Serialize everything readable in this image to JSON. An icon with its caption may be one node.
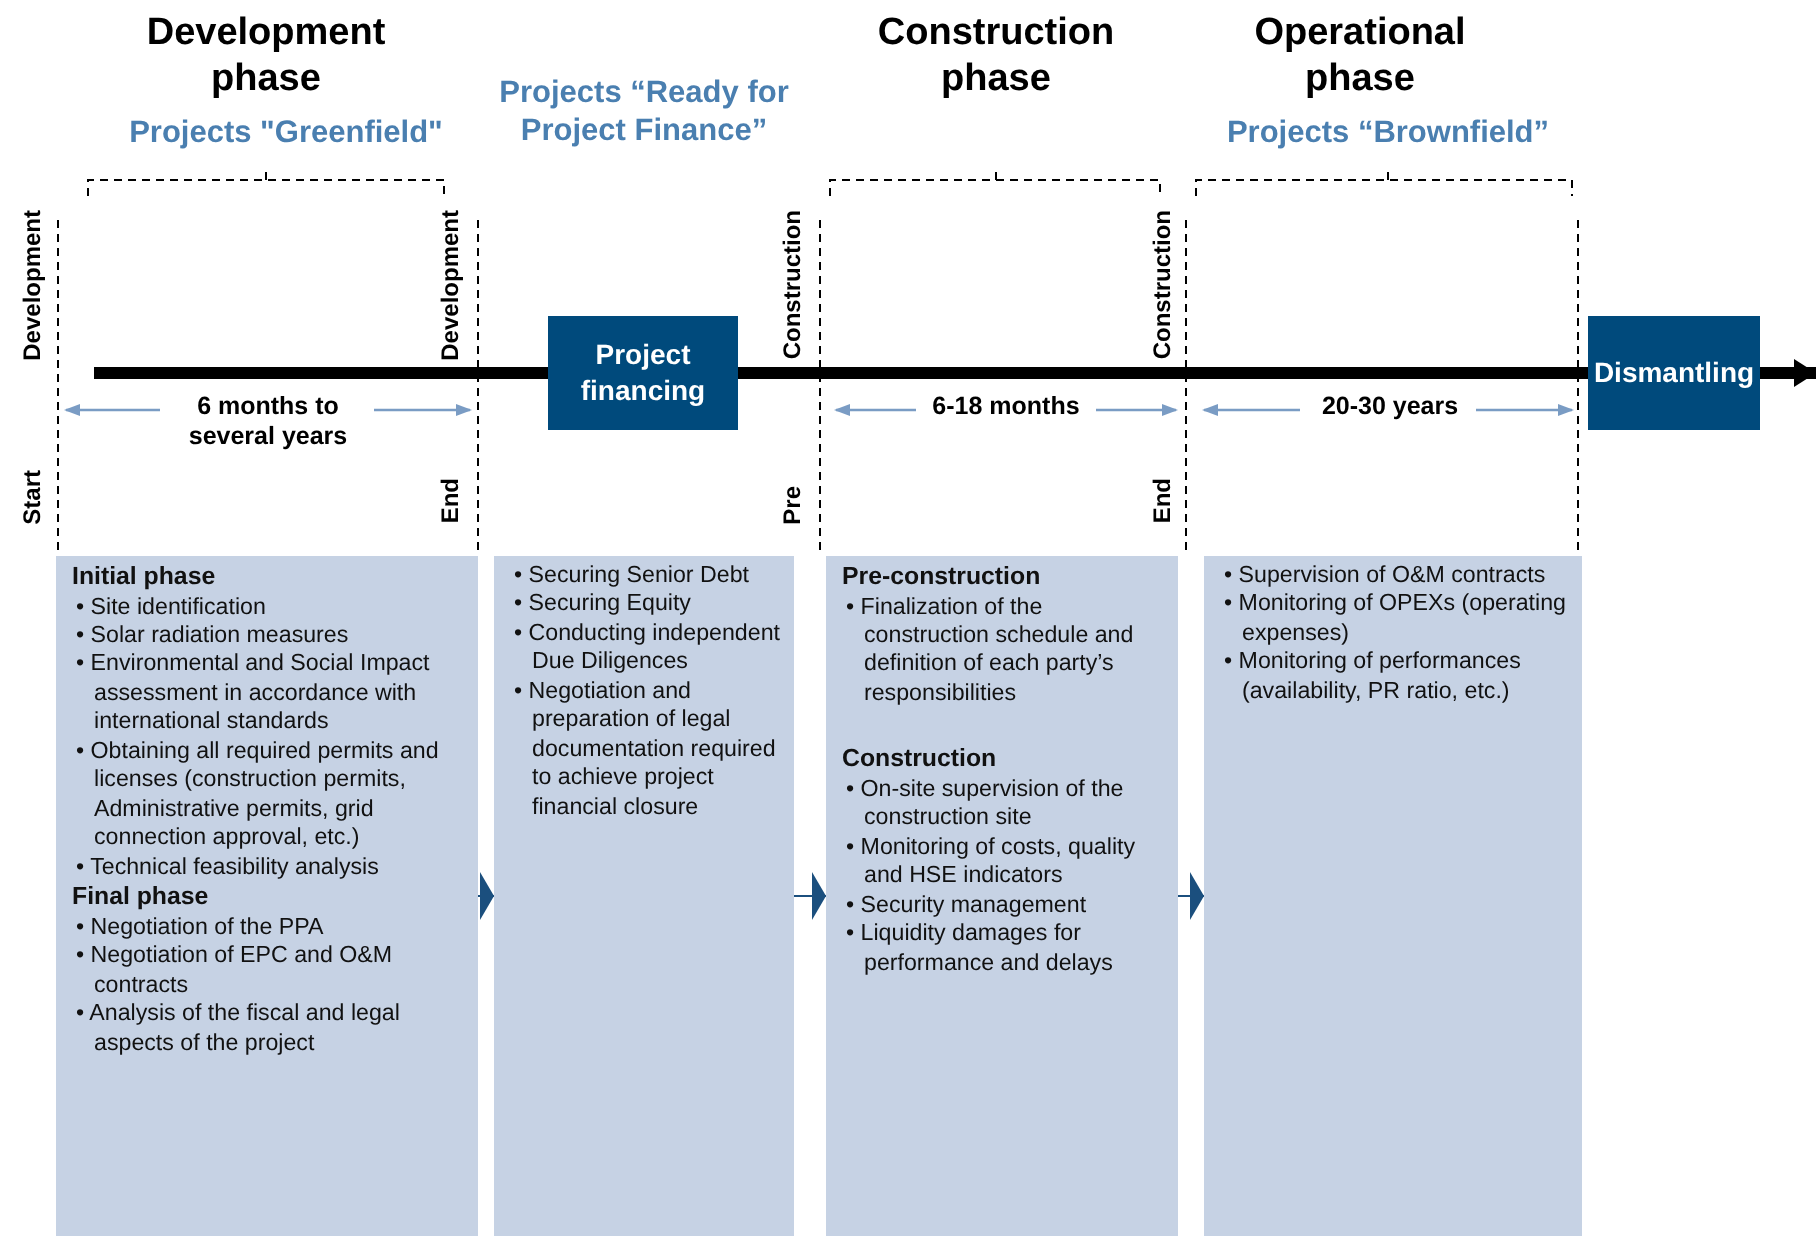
{
  "diagram": {
    "nodes": [
      {
        "text": [
          "Project financing"
        ]
      },
      {
        "text": [
          "Dismantling"
        ]
      },
      {
        "text": [
          "Initial phase",
          "• Site identification",
          "• Solar radiation measures",
          "• Environmental and Social Impact assessment in accordance with international standards",
          "• Obtaining all required permits and licenses (construction permits, Administrative permits, grid connection approval, etc.)",
          "• Technical feasibility analysis",
          "Final phase",
          "• Negotiation of the PPA",
          "• Negotiation of EPC and O&M contracts",
          "• Analysis of the fiscal and legal aspects of the project"
        ]
      },
      {
        "text": [
          "• Securing Senior Debt",
          "• Securing Equity",
          "• Conducting independent Due Diligences",
          "• Negotiation and preparation of legal documentation required to achieve project financial closure"
        ]
      },
      {
        "text": [
          "Pre-construction",
          "• Finalization of the construction schedule and definition of each party’s responsibilities",
          "Construction",
          "• On-site supervision of the construction site",
          "• Monitoring of costs, quality and HSE indicators",
          "• Security management",
          "• Liquidity damages for performance and delays"
        ]
      },
      {
        "text": [
          "• Supervision of O&M contracts",
          "• Monitoring of OPEXs (operating expenses)",
          "• Monitoring of performances (availability, PR ratio, etc.)"
        ]
      }
    ],
    "edges": [
      {
        "from": null,
        "to": 0,
        "arrow": "none",
        "style": "thick"
      },
      {
        "from": 0,
        "to": 1,
        "arrow": "none",
        "style": "thick"
      },
      {
        "from": 1,
        "to": null,
        "arrow": "to",
        "style": "thick"
      },
      {
        "from": 2,
        "to": 3,
        "arrow": "to",
        "color": "#1b4f7e"
      },
      {
        "from": 3,
        "to": 4,
        "arrow": "to",
        "color": "#1b4f7e"
      },
      {
        "from": 4,
        "to": 5,
        "arrow": "to",
        "color": "#1b4f7e"
      }
    ],
    "labels": [
      "Development phase",
      "Projects \"Greenfield\"",
      "Projects “Ready for Project Finance”",
      "Construction phase",
      "Operational phase",
      "Projects “Brownfield”",
      "Development",
      "Development",
      "Construction",
      "Construction",
      "6 months to several years",
      "6-18 months",
      "20-30 years",
      "Start",
      "End",
      "Pre",
      "End"
    ]
  }
}
